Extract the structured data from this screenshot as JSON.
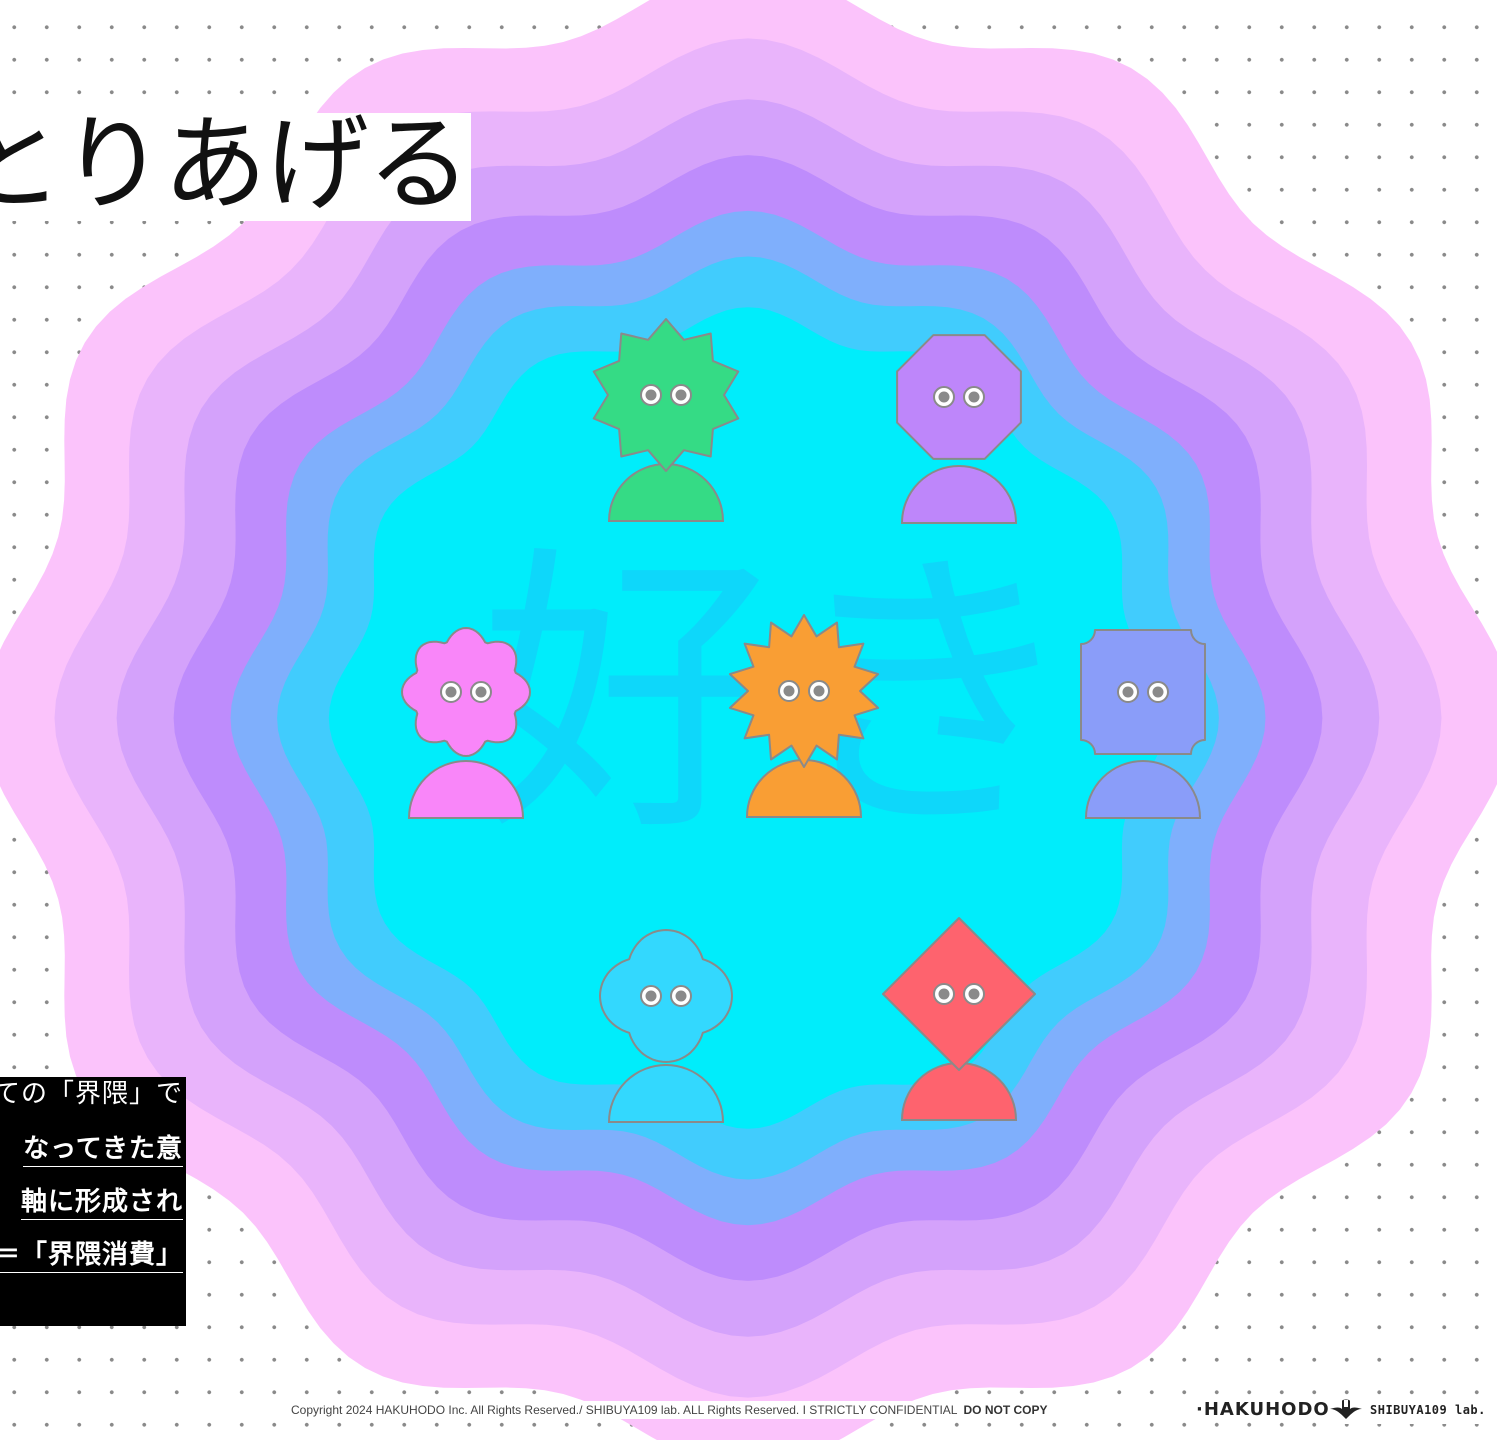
{
  "slide": {
    "title": "とりあげる",
    "center_word": "好き",
    "body_lines": [
      "ての「界隈」で",
      "なってきた意",
      "軸に形成され",
      "＝「界隈消費」"
    ]
  },
  "characters": [
    {
      "shape": "spiky-star",
      "color": "#35DB85"
    },
    {
      "shape": "octagon",
      "color": "#BE86FA"
    },
    {
      "shape": "flower",
      "color": "#F986F9"
    },
    {
      "shape": "sun",
      "color": "#F99E34"
    },
    {
      "shape": "notched-square",
      "color": "#8A9DF9"
    },
    {
      "shape": "clover",
      "color": "#33D8FE"
    },
    {
      "shape": "diamond",
      "color": "#FE636E"
    }
  ],
  "rings": [
    "#FBC3FB",
    "#E9B4FB",
    "#D4A2FB",
    "#BE8CFC",
    "#7FAFFC",
    "#41CCFD",
    "#00EDFB"
  ],
  "footer": {
    "copyright": "Copyright 2024 HAKUHODO Inc. All Rights Reserved./ SHIBUYA109 lab. ALL Rights Reserved. I  STRICTLY  CONFIDENTIAL",
    "do_not_copy": "DO NOT COPY",
    "logo_hakuhodo": "·HAKUHODO·",
    "logo_shibuya": "SHIBUYA109 lab."
  }
}
